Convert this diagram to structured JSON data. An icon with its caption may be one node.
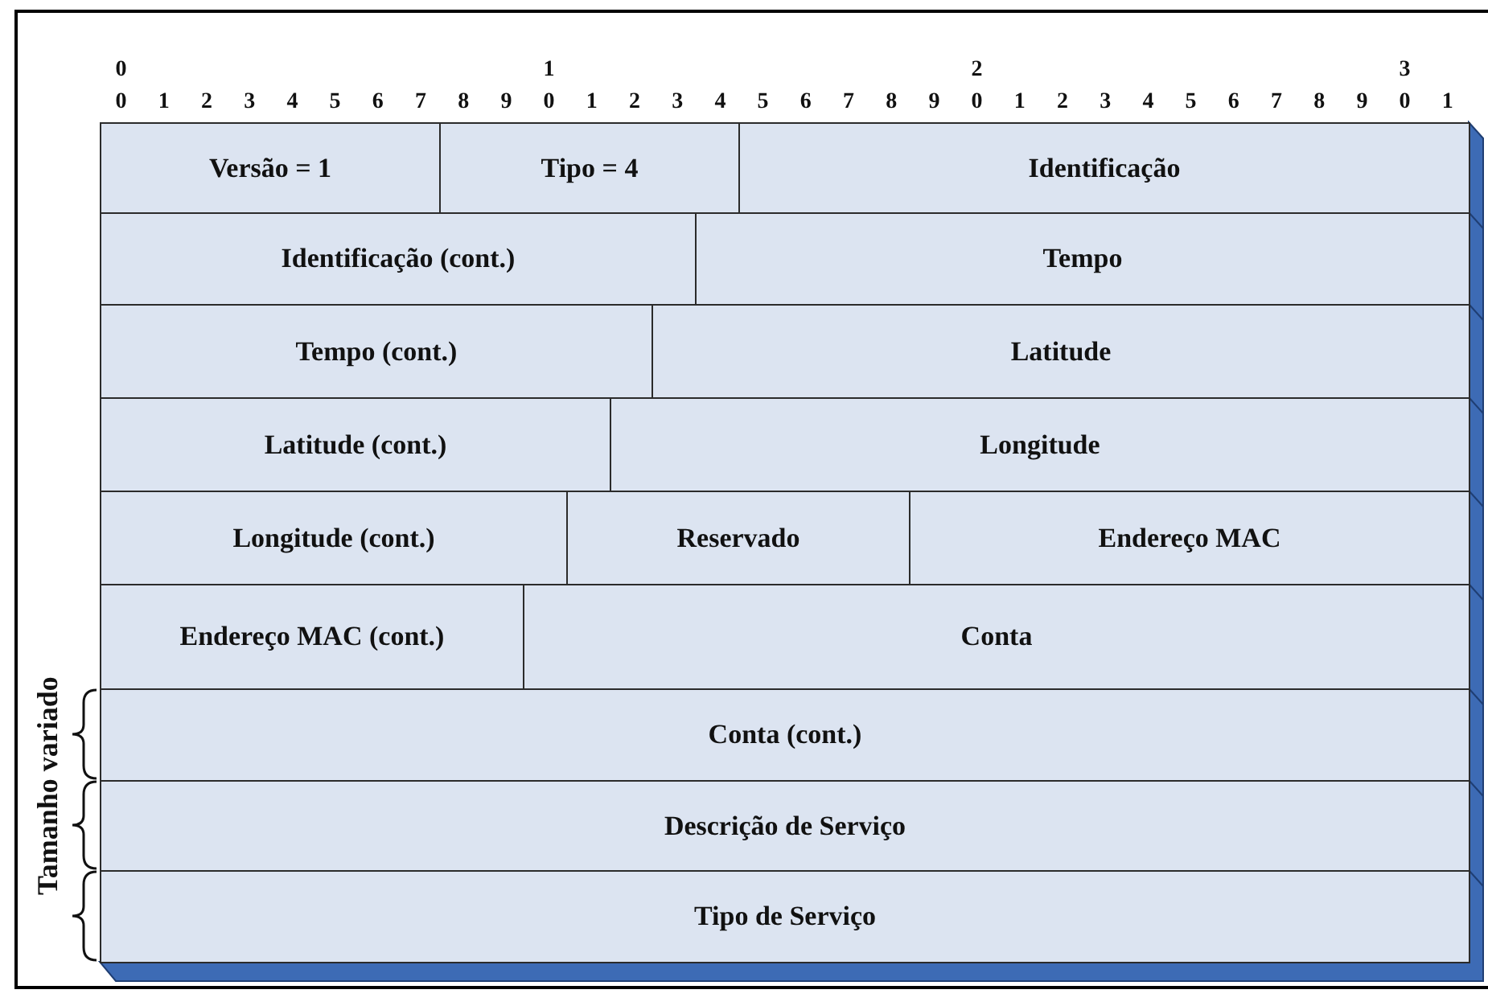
{
  "diagram": {
    "nodes": [
      {
        "text": [
          "Versão = 1"
        ]
      },
      {
        "text": [
          "Tipo = 4"
        ]
      },
      {
        "text": [
          "Identificação"
        ]
      },
      {
        "text": [
          "Identificação (cont.)"
        ]
      },
      {
        "text": [
          "Tempo"
        ]
      },
      {
        "text": [
          "Tempo (cont.)"
        ]
      },
      {
        "text": [
          "Latitude"
        ]
      },
      {
        "text": [
          "Latitude (cont.)"
        ]
      },
      {
        "text": [
          "Longitude"
        ]
      },
      {
        "text": [
          "Longitude (cont.)"
        ]
      },
      {
        "text": [
          "Reservado"
        ]
      },
      {
        "text": [
          "Endereço MAC"
        ]
      },
      {
        "text": [
          "Endereço MAC (cont.)"
        ]
      },
      {
        "text": [
          "Conta"
        ]
      },
      {
        "text": [
          "Conta (cont.)"
        ]
      },
      {
        "text": [
          "Descrição de Serviço"
        ]
      },
      {
        "text": [
          "Tipo de Serviço"
        ]
      }
    ],
    "labels": [
      "0",
      "1",
      "2",
      "3",
      "0",
      "1",
      "2",
      "3",
      "4",
      "5",
      "6",
      "7",
      "8",
      "9",
      "0",
      "1",
      "2",
      "3",
      "4",
      "5",
      "6",
      "7",
      "8",
      "9",
      "0",
      "1",
      "2",
      "3",
      "4",
      "5",
      "6",
      "7",
      "8",
      "9",
      "0",
      "1",
      "Tamanho variado"
    ]
  }
}
